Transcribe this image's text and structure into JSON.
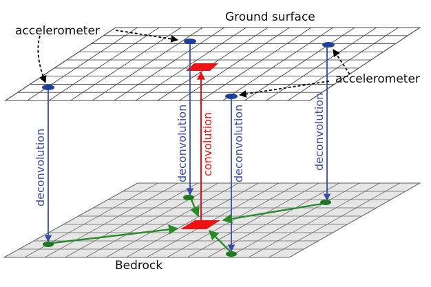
{
  "labels": {
    "ground_surface": "Ground surface",
    "bedrock": "Bedrock",
    "accelerometer_left": "accelerometer",
    "accelerometer_right": "accelerometer",
    "deconvolution": "deconvolution",
    "convolution": "convolution"
  },
  "colors": {
    "grid_line": "#555555",
    "bedrock_fill": "#e6e6e6",
    "sensor": "#1f3f9e",
    "deconvolution": "#3a4aa8",
    "convolution": "#ee1111",
    "bedrock_point": "#1f7a1f",
    "transfer_arrow": "#2a8a2a",
    "callout": "#000000"
  }
}
